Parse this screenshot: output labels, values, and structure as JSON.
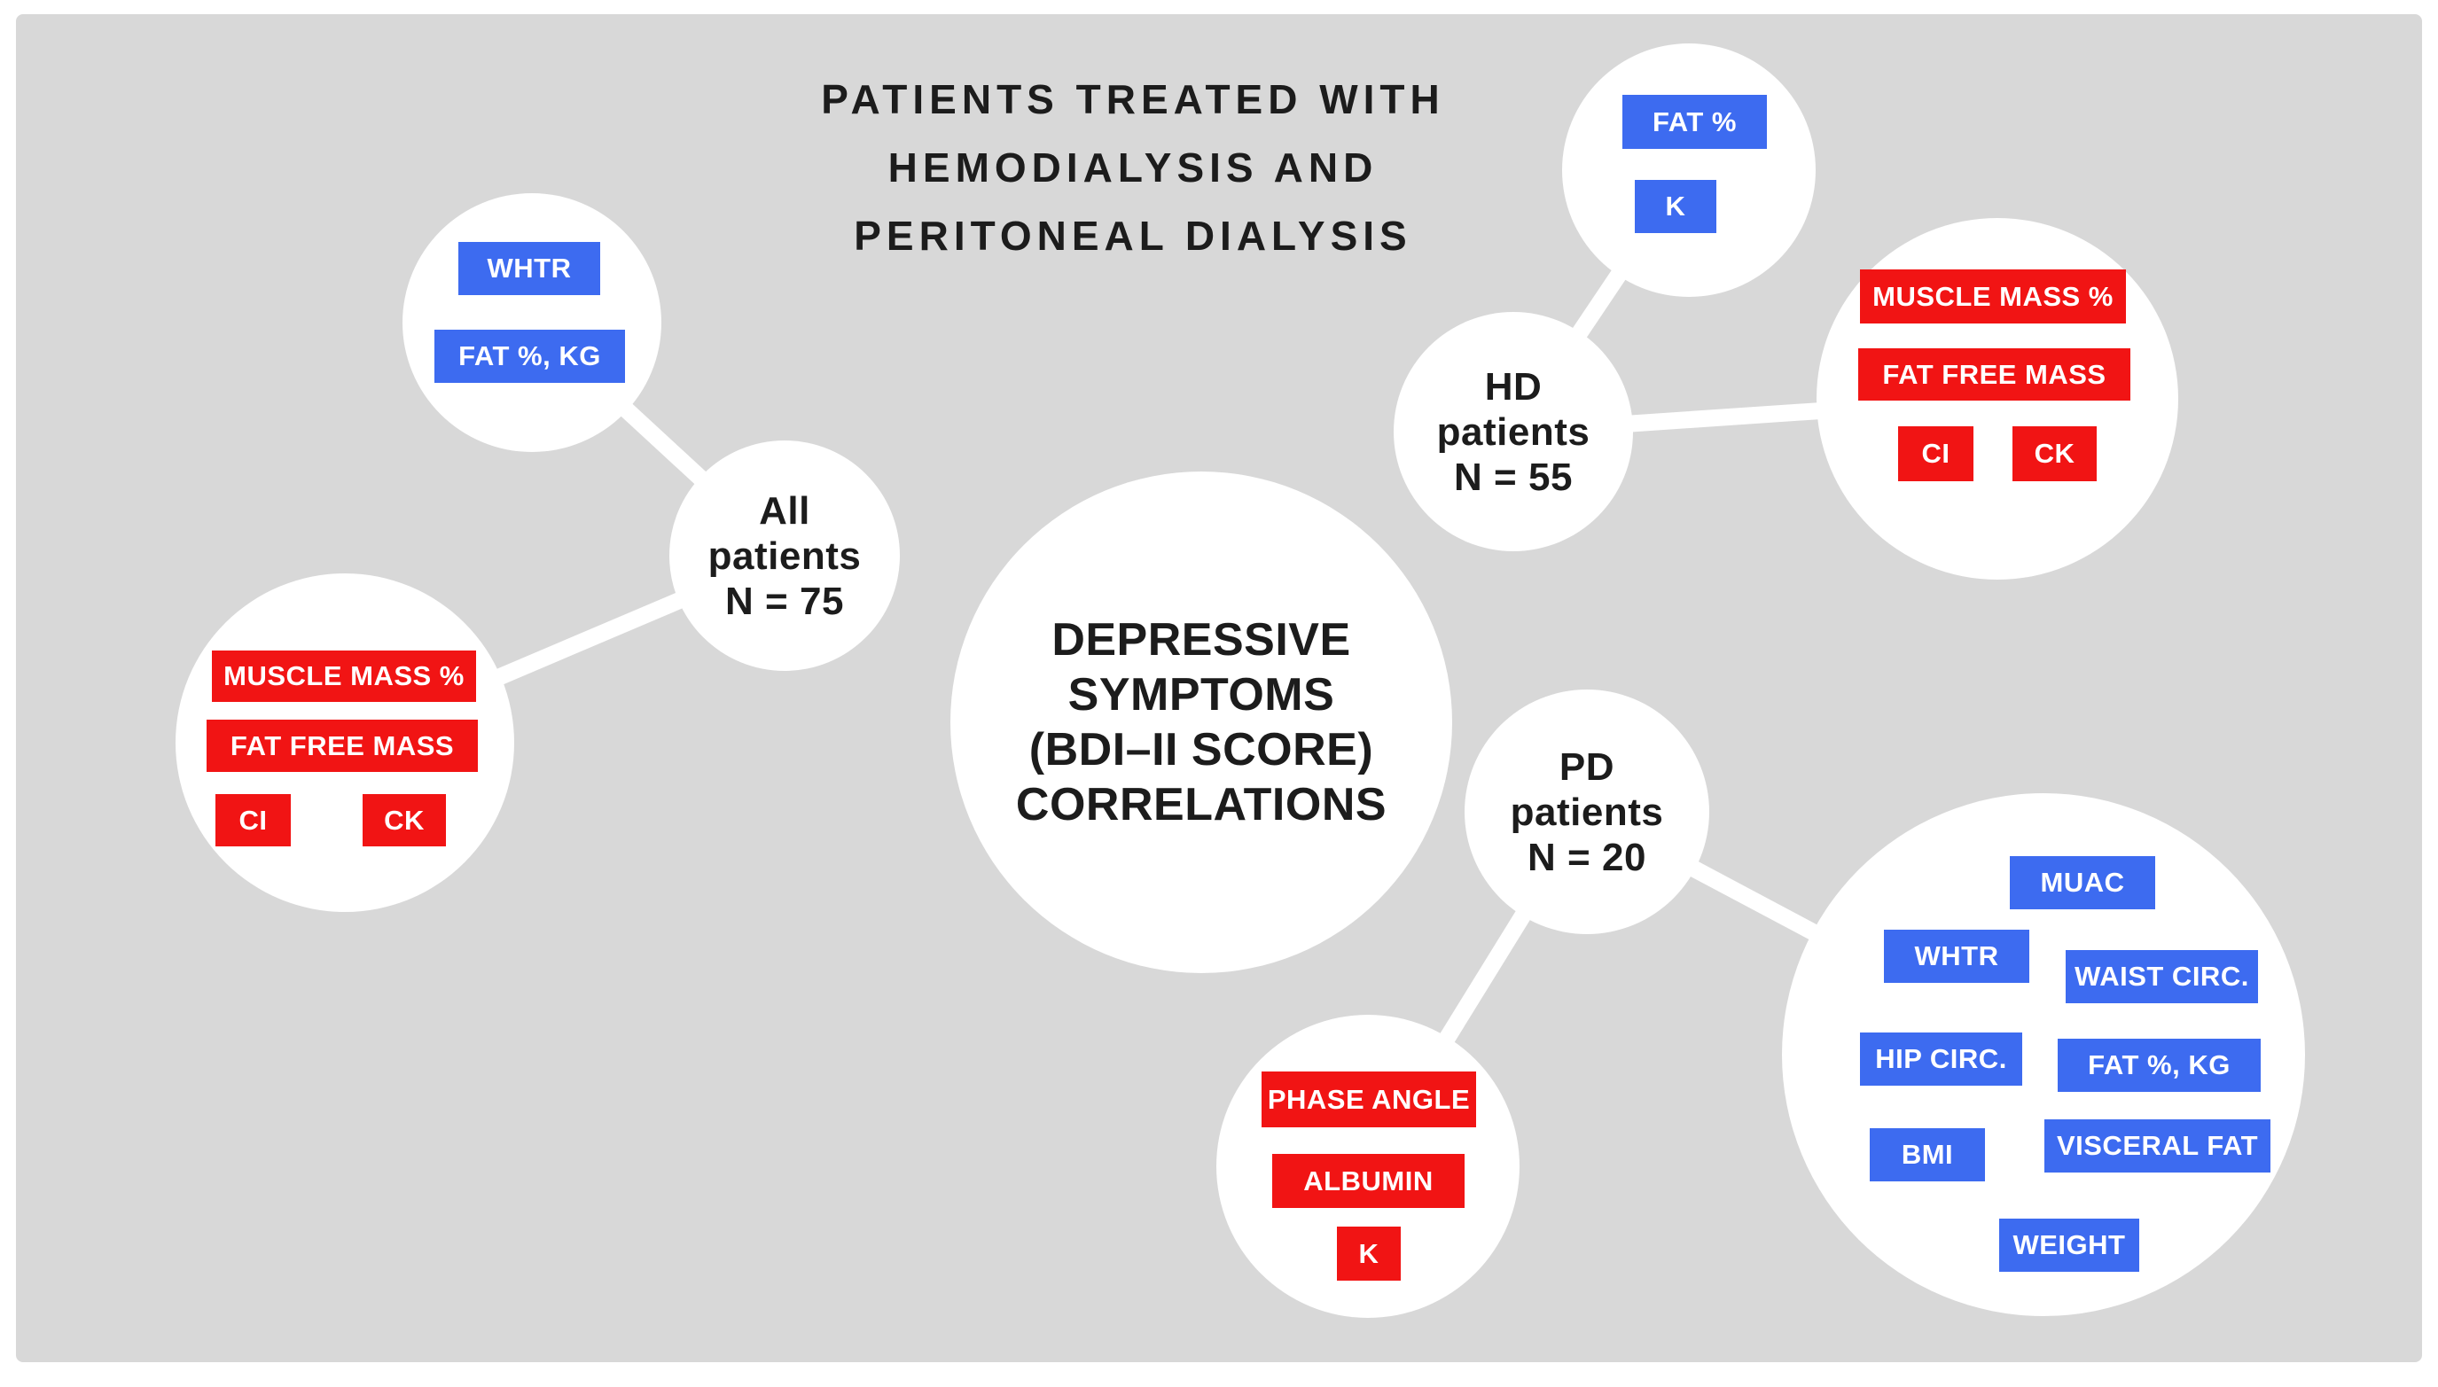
{
  "title": {
    "lines": [
      "PATIENTS TREATED WITH",
      "HEMODIALYSIS AND",
      "PERITONEAL DIALYSIS"
    ]
  },
  "center_node": {
    "lines": [
      "DEPRESSIVE",
      "SYMPTOMS",
      "(BDI–II SCORE)",
      "CORRELATIONS"
    ]
  },
  "hubs": {
    "all": {
      "lines": [
        "All",
        "patients",
        "N = 75"
      ]
    },
    "hd": {
      "lines": [
        "HD",
        "patients",
        "N = 55"
      ]
    },
    "pd": {
      "lines": [
        "PD",
        "patients",
        "N = 20"
      ]
    }
  },
  "groups": {
    "all_blue": {
      "chips": [
        "WHTR",
        "FAT %, KG"
      ]
    },
    "all_red": {
      "chips": [
        "MUSCLE MASS %",
        "FAT FREE MASS",
        "CI",
        "CK"
      ]
    },
    "hd_blue": {
      "chips": [
        "FAT %",
        "K"
      ]
    },
    "hd_red": {
      "chips": [
        "MUSCLE MASS %",
        "FAT FREE MASS",
        "CI",
        "CK"
      ]
    },
    "pd_red": {
      "chips": [
        "PHASE ANGLE",
        "ALBUMIN",
        "K"
      ]
    },
    "pd_blue": {
      "chips": [
        "MUAC",
        "WHTR",
        "WAIST CIRC.",
        "HIP CIRC.",
        "FAT %, KG",
        "BMI",
        "VISCERAL FAT",
        "WEIGHT"
      ]
    }
  },
  "colors": {
    "chip_blue": "#3d6bf0",
    "chip_red": "#f11414",
    "background_gray": "#d8d8d8",
    "node_white": "#ffffff",
    "text_dark": "#1c1c1c"
  }
}
